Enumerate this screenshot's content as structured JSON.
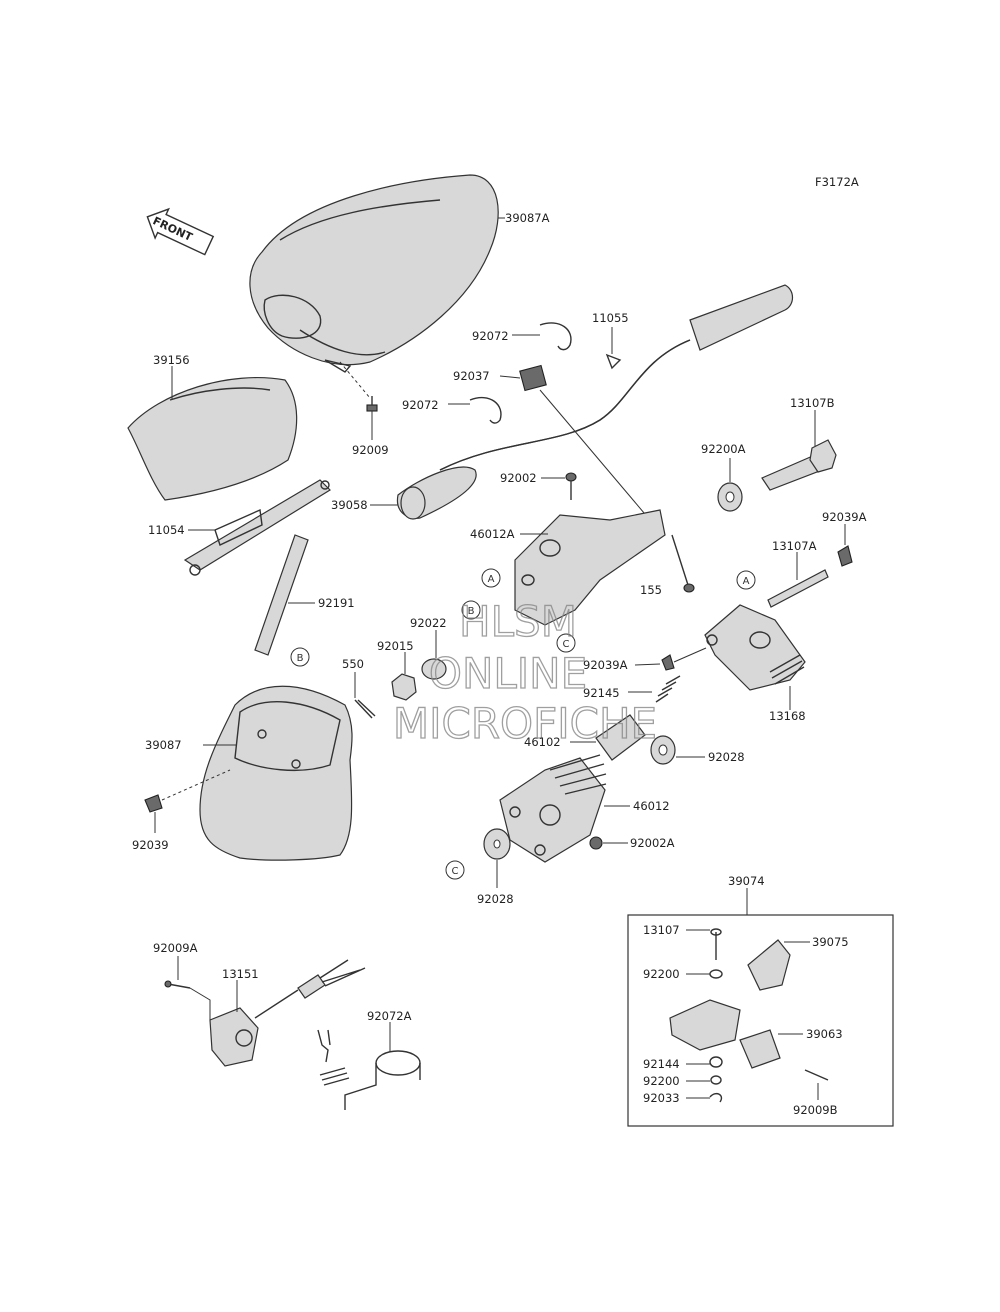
{
  "diagram_code": "F3172A",
  "front_label": "FRONT",
  "watermark": [
    "HLSM",
    "ONLINE",
    "MICROFICHE"
  ],
  "ref_letters": [
    "A",
    "B",
    "C"
  ],
  "parts": {
    "p39087A": "39087A",
    "p39156": "39156",
    "p92009": "92009",
    "p92072_top": "92072",
    "p11055": "11055",
    "p92037": "92037",
    "p92072_mid": "92072",
    "p13107B": "13107B",
    "p92200A": "92200A",
    "p92002": "92002",
    "p39058": "39058",
    "p11054": "11054",
    "p46012A": "46012A",
    "p92039A_top": "92039A",
    "p13107A": "13107A",
    "p155": "155",
    "p92191": "92191",
    "p92022": "92022",
    "p92015": "92015",
    "p550": "550",
    "p92039A_mid": "92039A",
    "p92145": "92145",
    "p13168": "13168",
    "p39087": "39087",
    "p46102": "46102",
    "p92028_r": "92028",
    "p46012": "46012",
    "p92002A": "92002A",
    "p92039": "92039",
    "p92028_b": "92028",
    "p39074": "39074",
    "p13107": "13107",
    "p39075": "39075",
    "p92200_a": "92200",
    "p92009A": "92009A",
    "p13151": "13151",
    "p92072A": "92072A",
    "p39063": "39063",
    "p92144": "92144",
    "p92200_b": "92200",
    "p92033": "92033",
    "p92009B": "92009B"
  }
}
